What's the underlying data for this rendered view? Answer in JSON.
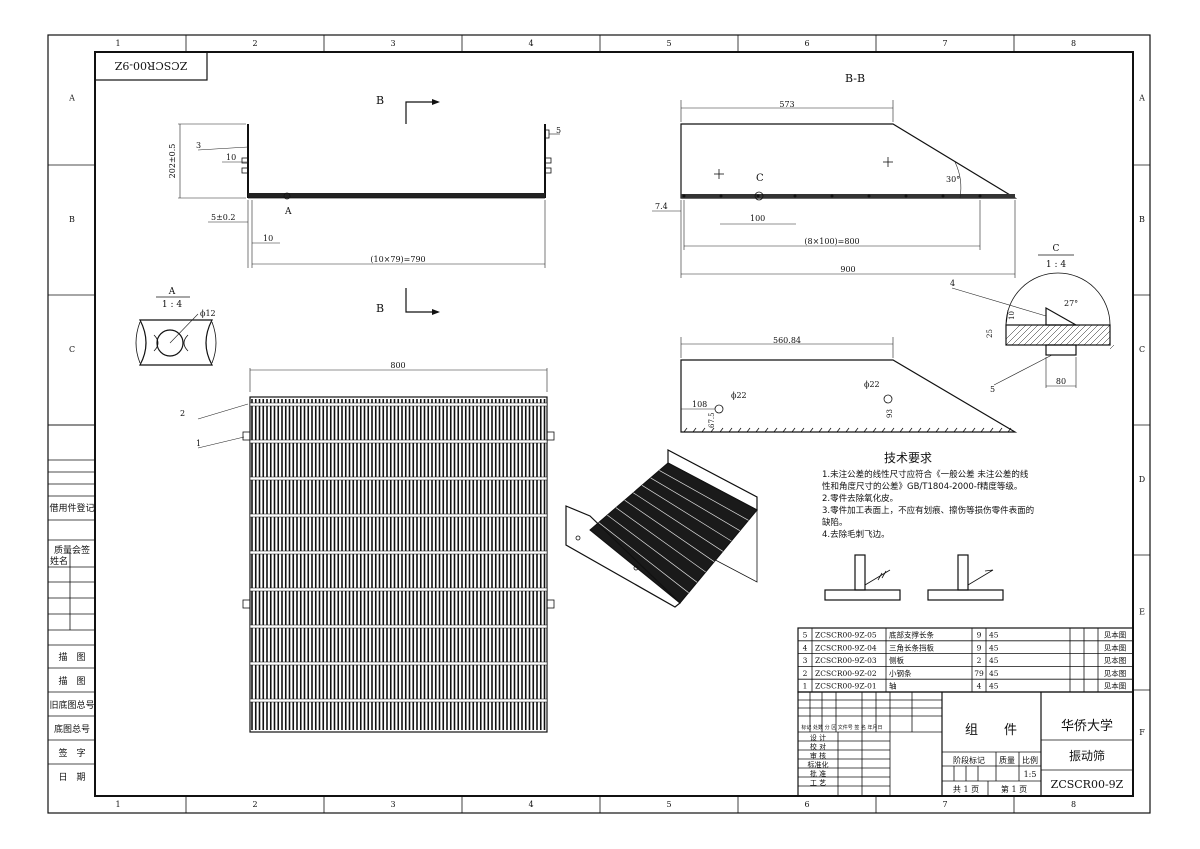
{
  "drawing_number": "ZCSCR00-9Z",
  "drawing_number_mirrored": "ZCSCR00-9Z",
  "columns": [
    "1",
    "2",
    "3",
    "4",
    "5",
    "6",
    "7",
    "8"
  ],
  "rows": [
    "A",
    "B",
    "C",
    "D",
    "E",
    "F"
  ],
  "section": {
    "label_b": "B",
    "title_bb": "B-B"
  },
  "front_view": {
    "callouts": [
      "3",
      "5",
      "2",
      "1"
    ],
    "detail_label": "A",
    "dims": {
      "height": "202±0.5",
      "flange": "10",
      "offset": "5±0.2",
      "gap": "10",
      "span": "(10×79)=790",
      "width": "800"
    }
  },
  "detail_a": {
    "title": "A",
    "scale": "1 : 4",
    "dia": "ϕ12"
  },
  "section_view": {
    "dims": {
      "top": "573",
      "thk": "7.4",
      "pitch": "100",
      "span": "(8×100)=800",
      "total": "900",
      "angle": "30°"
    },
    "detail_label": "C"
  },
  "side_view": {
    "dims": {
      "top": "560.84",
      "offset": "108",
      "dia1": "ϕ22",
      "dia2": "ϕ22",
      "h1": "67.5",
      "h2": "93"
    }
  },
  "detail_c": {
    "title": "C",
    "scale": "1 : 4",
    "callouts": [
      "4",
      "5"
    ],
    "dims": {
      "angle": "27°",
      "d1": "10",
      "d2": "25",
      "w": "80"
    }
  },
  "tech": {
    "title": "技术要求",
    "lines": [
      "1.未注公差的线性尺寸应符合《一般公差 未注公差的线",
      "性和角度尺寸的公差》GB/T1804-2000-f精度等级。",
      "2.零件去除氧化皮。",
      "3.零件加工表面上，不应有划痕、擦伤等损伤零件表面的",
      "缺陷。",
      "4.去除毛刺飞边。"
    ]
  },
  "bom": [
    {
      "no": "5",
      "code": "ZCSCR00-9Z-05",
      "name": "底部支撑长条",
      "qty": "9",
      "mat": "45",
      "note": "见本图"
    },
    {
      "no": "4",
      "code": "ZCSCR00-9Z-04",
      "name": "三角长条挡板",
      "qty": "9",
      "mat": "45",
      "note": "见本图"
    },
    {
      "no": "3",
      "code": "ZCSCR00-9Z-03",
      "name": "侧板",
      "qty": "2",
      "mat": "45",
      "note": "见本图"
    },
    {
      "no": "2",
      "code": "ZCSCR00-9Z-02",
      "name": "小钢条",
      "qty": "79",
      "mat": "45",
      "note": "见本图"
    },
    {
      "no": "1",
      "code": "ZCSCR00-9Z-01",
      "name": "轴",
      "qty": "4",
      "mat": "45",
      "note": "见本图"
    }
  ],
  "title_block": {
    "header_row": "标记 处数 分 区 文件号 签 名 年月日",
    "roles": [
      "设 计",
      "校 对",
      "审 核",
      "标准化",
      "批 准",
      "工 艺"
    ],
    "part_type": "组　　件",
    "company": "华侨大学",
    "product": "振动筛",
    "stage": "阶段标记",
    "mass": "质量",
    "ratio": "比例",
    "scale": "1:5",
    "sheet_total": "共 1 页",
    "sheet_no": "第 1 页",
    "code": "ZCSCR00-9Z"
  },
  "left_strip": [
    "借用件登记",
    "质量会签",
    "姓名",
    "描　图",
    "描　图",
    "旧底图总号",
    "底图总号",
    "签　字",
    "日　期"
  ]
}
